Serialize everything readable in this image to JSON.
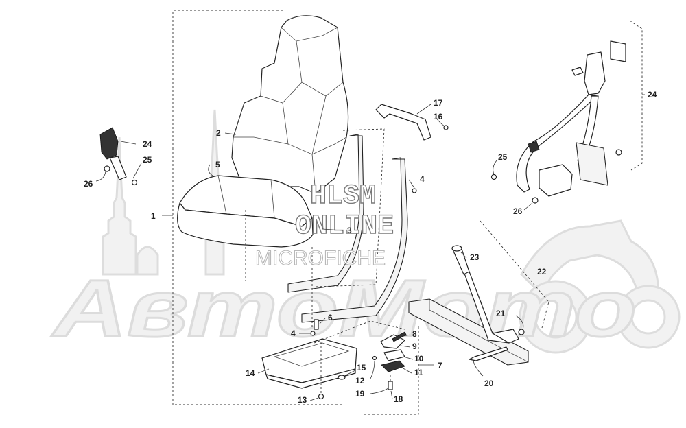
{
  "watermarks": {
    "brand_main": "АвтоМото",
    "site_line1": "HLSM",
    "site_line2": "ONLINE",
    "site_line3": "MICROFICHE"
  },
  "callouts": [
    {
      "id": "c1",
      "label": "1"
    },
    {
      "id": "c2",
      "label": "2"
    },
    {
      "id": "c3",
      "label": "3"
    },
    {
      "id": "c4a",
      "label": "4"
    },
    {
      "id": "c4b",
      "label": "4"
    },
    {
      "id": "c5",
      "label": "5"
    },
    {
      "id": "c6",
      "label": "6"
    },
    {
      "id": "c7",
      "label": "7"
    },
    {
      "id": "c8",
      "label": "8"
    },
    {
      "id": "c9",
      "label": "9"
    },
    {
      "id": "c10",
      "label": "10"
    },
    {
      "id": "c11",
      "label": "11"
    },
    {
      "id": "c12",
      "label": "12"
    },
    {
      "id": "c13",
      "label": "13"
    },
    {
      "id": "c14",
      "label": "14"
    },
    {
      "id": "c15",
      "label": "15"
    },
    {
      "id": "c16",
      "label": "16"
    },
    {
      "id": "c17",
      "label": "17"
    },
    {
      "id": "c18",
      "label": "18"
    },
    {
      "id": "c19",
      "label": "19"
    },
    {
      "id": "c20",
      "label": "20"
    },
    {
      "id": "c21",
      "label": "21"
    },
    {
      "id": "c22",
      "label": "22"
    },
    {
      "id": "c23",
      "label": "23"
    },
    {
      "id": "c24a",
      "label": "24"
    },
    {
      "id": "c24b",
      "label": "24"
    },
    {
      "id": "c25a",
      "label": "25"
    },
    {
      "id": "c25b",
      "label": "25"
    },
    {
      "id": "c26a",
      "label": "26"
    },
    {
      "id": "c26b",
      "label": "26"
    }
  ]
}
